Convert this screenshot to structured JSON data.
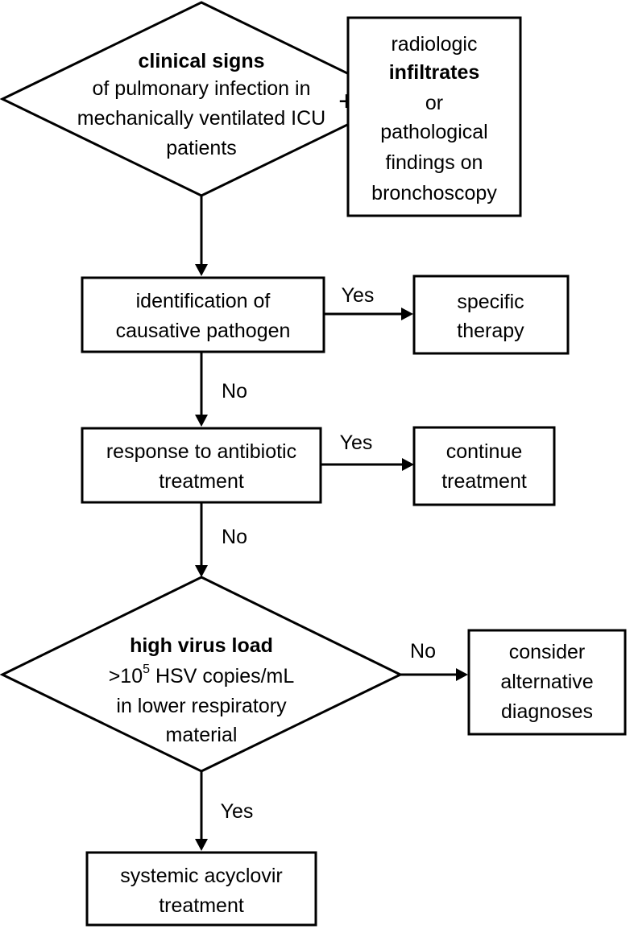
{
  "diagram": {
    "start_decision": {
      "line1": "clinical signs",
      "line2": "of pulmonary infection in",
      "line3": "mechanically ventilated ICU",
      "line4": "patients"
    },
    "plus_sign": "+",
    "radiology_box": {
      "line1": "radiologic",
      "line2": "infiltrates",
      "line3": "or",
      "line4": "pathological",
      "line5": "findings on",
      "line6": "bronchoscopy"
    },
    "pathogen_box": {
      "line1": "identification of",
      "line2": "causative pathogen"
    },
    "therapy_box": {
      "line1": "specific",
      "line2": "therapy"
    },
    "antibiotic_box": {
      "line1": "response to antibiotic",
      "line2": "treatment"
    },
    "continue_box": {
      "line1": "continue",
      "line2": "treatment"
    },
    "virus_decision": {
      "line1": "high virus load",
      "line2_prefix": ">10",
      "line2_exponent": "5",
      "line2_suffix": " HSV copies/mL",
      "line3": "in lower respiratory",
      "line4": "material"
    },
    "alternative_box": {
      "line1": "consider",
      "line2": "alternative",
      "line3": "diagnoses"
    },
    "acyclovir_box": {
      "line1": "systemic acyclovir",
      "line2": "treatment"
    },
    "edge_labels": {
      "pathogen_yes": "Yes",
      "pathogen_no": "No",
      "antibiotic_yes": "Yes",
      "antibiotic_no": "No",
      "virus_no": "No",
      "virus_yes": "Yes"
    }
  }
}
